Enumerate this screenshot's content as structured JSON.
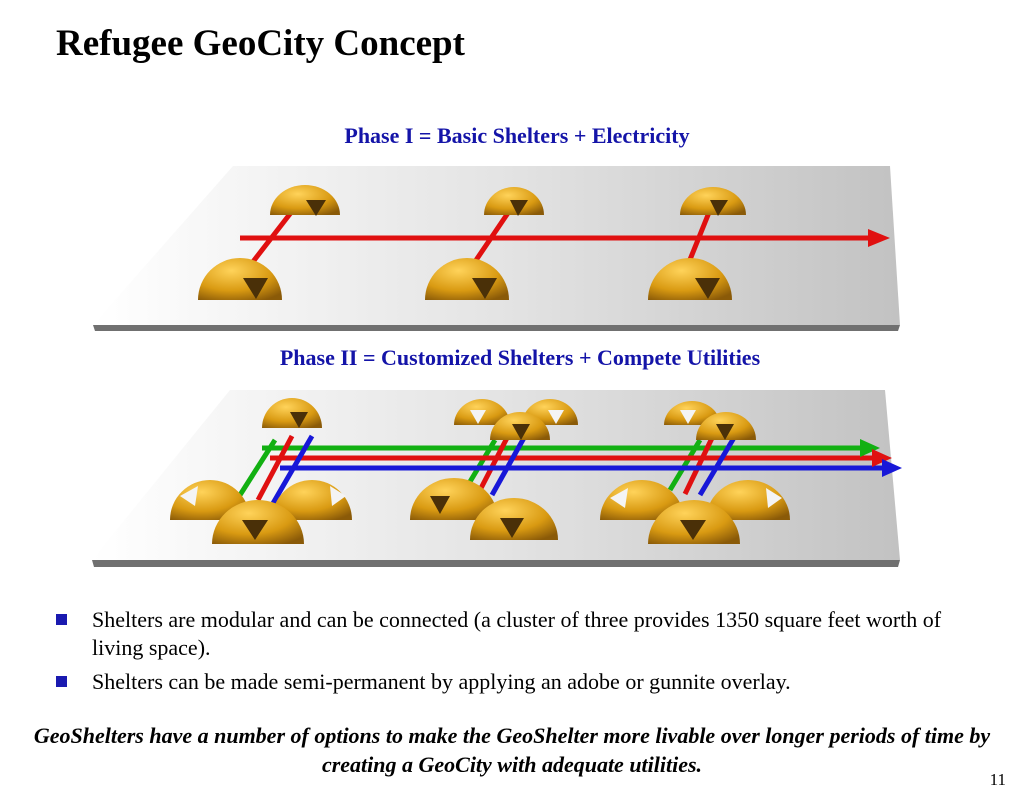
{
  "slide": {
    "title": "Refugee GeoCity Concept",
    "page_number": "11"
  },
  "phase1": {
    "caption": "Phase I = Basic Shelters + Electricity"
  },
  "phase2": {
    "caption": "Phase II = Customized Shelters + Compete Utilities"
  },
  "bullets": [
    "Shelters are modular and can be connected (a cluster of three provides 1350 square feet worth of living space).",
    "Shelters can be made semi-permanent by applying an adobe or gunnite overlay."
  ],
  "closing_note": "GeoShelters have a number of options to make the GeoShelter more livable over longer periods of time by creating a GeoCity with adequate utilities.",
  "colors": {
    "caption_blue": "#1414a8",
    "electric_red": "#e01010",
    "water_green": "#12b012",
    "comm_blue": "#1818d8",
    "dome_gold": "#d99a12"
  },
  "icons": [
    "square-bullet-icon",
    "dome-shelter-icon",
    "arrow-icon"
  ]
}
